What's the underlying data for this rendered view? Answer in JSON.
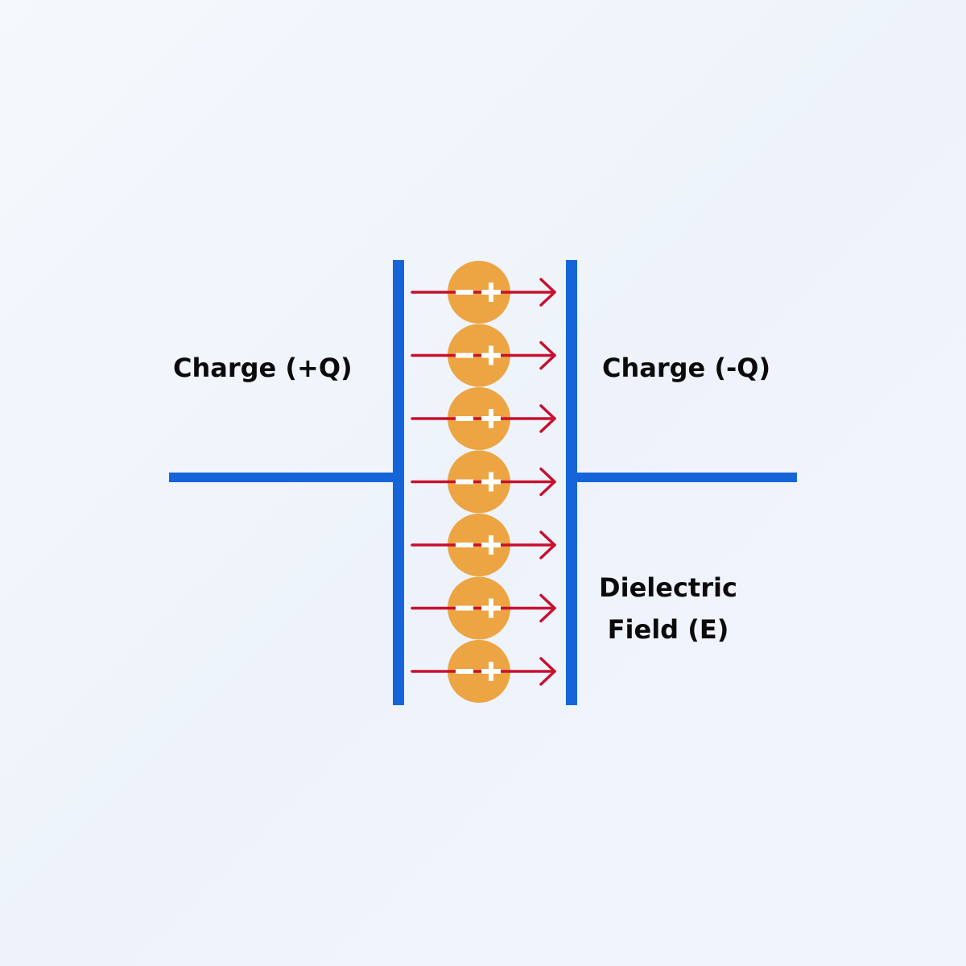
{
  "labels": {
    "positive_charge": "Charge (+Q)",
    "negative_charge": "Charge (-Q)",
    "field_line1": "Dielectric",
    "field_line2": "Field (E)"
  },
  "dipoles": {
    "count": 7,
    "negative_symbol": "−",
    "positive_symbol": "+"
  },
  "colors": {
    "plate": "#1565d8",
    "arrow": "#c8102e",
    "dipole": "#eca542",
    "dipole_symbol": "#ffffff",
    "text": "#0b0b0b"
  },
  "icons": {
    "dipole": "dipole-circle-icon",
    "field_arrow": "right-arrow-icon"
  }
}
